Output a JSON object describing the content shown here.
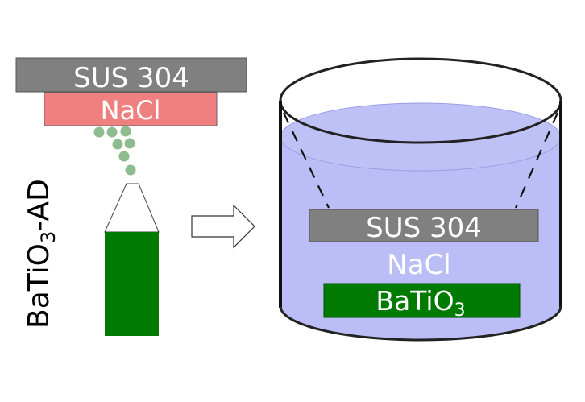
{
  "left": {
    "substrate_label": "SUS 304",
    "interlayer_label": "NaCl",
    "process_label": {
      "base": "BaTiO",
      "sub": "3",
      "suffix": "-AD"
    }
  },
  "right": {
    "substrate_label": "SUS 304",
    "solution_label": "NaCl",
    "film_label": {
      "base": "BaTiO",
      "sub": "3"
    }
  },
  "colors": {
    "substrate": "#808080",
    "interlayer": "#f08080",
    "particles": "#8fbc8f",
    "film": "#007a00",
    "water": "#b3b6f5",
    "outline": "#222222"
  },
  "icons": {
    "arrow": "right-arrow-outline-icon",
    "beaker": "beaker-icon",
    "nozzle": "spray-nozzle-icon"
  }
}
